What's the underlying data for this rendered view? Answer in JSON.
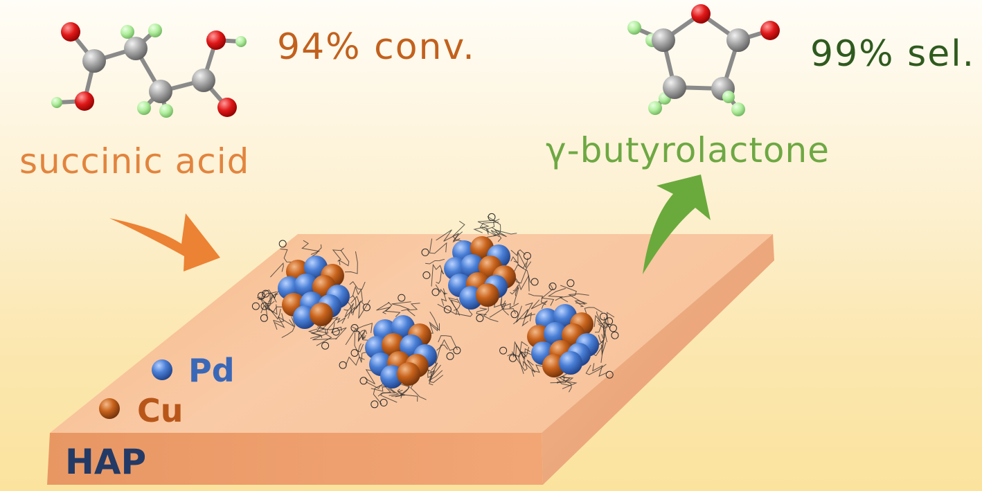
{
  "reactant": {
    "name": "succinic acid",
    "conversion": "94% conv."
  },
  "product": {
    "name": "γ-butyrolactone",
    "selectivity": "99% sel."
  },
  "legend": [
    {
      "symbol": "Pd",
      "color": "#3a6cc4"
    },
    {
      "symbol": "Cu",
      "color": "#c0621f"
    }
  ],
  "support": {
    "name": "HAP"
  },
  "colors": {
    "oxygen": "#e21b1b",
    "carbon": "#a8a8a8",
    "hydrogen": "#b3f0a4",
    "arrow_in": "#ec8233",
    "arrow_out": "#6aaa3c",
    "slab_top": "#f6c39a"
  }
}
